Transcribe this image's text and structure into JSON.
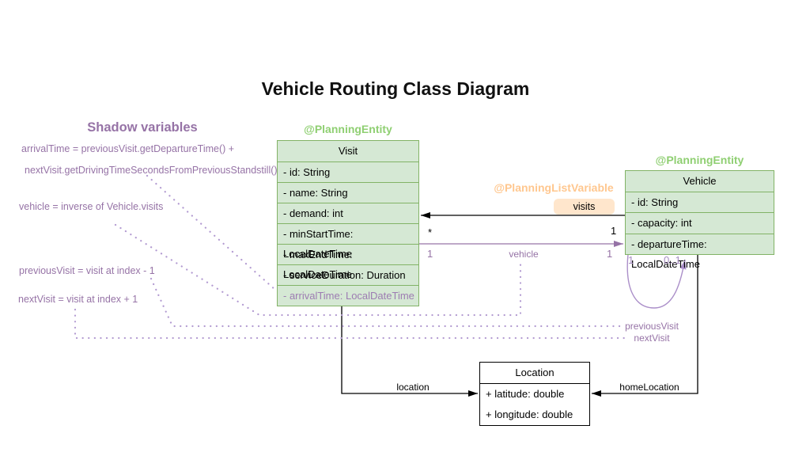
{
  "title": "Vehicle Routing Class Diagram",
  "colors": {
    "green_fill": "#d5e8d4",
    "green_stroke": "#82b366",
    "green_label": "#8fcf72",
    "orange_label": "#ffc78f",
    "orange_badge_fill": "#ffe6cc",
    "purple_text": "#9673a6",
    "purple_dotted": "#b29ad1"
  },
  "shadow_panel": {
    "heading": "Shadow variables",
    "notes": [
      "arrivalTime = previousVisit.getDepartureTime() +",
      "nextVisit.getDrivingTimeSecondsFromPreviousStandstill()",
      "vehicle = inverse of Vehicle.visits",
      "previousVisit = visit at index - 1",
      "nextVisit = visit at index + 1"
    ]
  },
  "classes": {
    "visit": {
      "annotation": "@PlanningEntity",
      "name": "Visit",
      "fields": [
        "- id: String",
        "- name: String",
        "- demand: int",
        "- minStartTime: LocalDateTime",
        "- maxEndTime: LocalDateTime",
        "- serviceDuration: Duration",
        "- arrivalTime: LocalDateTime"
      ]
    },
    "vehicle": {
      "annotation": "@PlanningEntity",
      "list_variable_annotation": "@PlanningListVariable",
      "name": "Vehicle",
      "fields": [
        "- id: String",
        "- capacity: int",
        "- departureTime: LocalDateTime"
      ]
    },
    "location": {
      "name": "Location",
      "fields": [
        "+ latitude: double",
        "+ longitude: double"
      ]
    }
  },
  "edges": {
    "visits": {
      "label": "visits",
      "mult_target": "*",
      "mult_source": "1"
    },
    "vehicle": {
      "label": "vehicle",
      "mult_source": "1",
      "mult_target": "1"
    },
    "self_loop": {
      "mult_source": "1",
      "mult_target": "0..1",
      "label_previous": "previousVisit",
      "label_next": "nextVisit"
    },
    "location": {
      "label": "location"
    },
    "home_location": {
      "label": "homeLocation"
    }
  }
}
